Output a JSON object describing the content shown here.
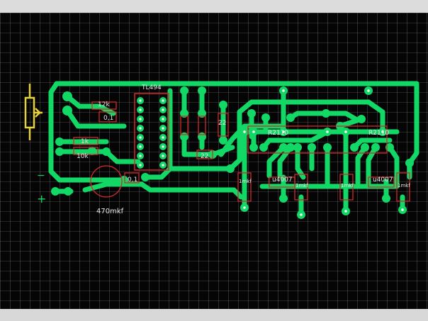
{
  "colors": {
    "background": "#050505",
    "grid": "#b8b8b8",
    "copper": "#12d866",
    "silk_red": "#d42a2a",
    "silk_yellow": "#e6d23a",
    "pad_white": "#ffffff"
  },
  "board": {
    "ic_label": "TL494",
    "components": [
      {
        "id": "r-12k",
        "label": "12k"
      },
      {
        "id": "c-01",
        "label": "0,1"
      },
      {
        "id": "r-1k",
        "label": "1k"
      },
      {
        "id": "r-10k",
        "label": "10k"
      },
      {
        "id": "c-22-top",
        "label": "22"
      },
      {
        "id": "c-22-bottom",
        "label": "22"
      },
      {
        "id": "t-left",
        "label": "R2110"
      },
      {
        "id": "t-right",
        "label": "R2110"
      },
      {
        "id": "c-small",
        "label": "0,1"
      },
      {
        "id": "c-electrolytic",
        "label": "470mkf"
      },
      {
        "id": "c-1mkf-1",
        "label": "1mkf"
      },
      {
        "id": "d-left",
        "label": "u4007"
      },
      {
        "id": "c-1mkf-2",
        "label": "1mkf"
      },
      {
        "id": "c-1mkf-3",
        "label": "1mkf"
      },
      {
        "id": "d-right",
        "label": "u4007"
      },
      {
        "id": "c-1mkf-4",
        "label": "1mkf"
      }
    ],
    "polarity": {
      "minus": "−",
      "plus": "+"
    }
  }
}
